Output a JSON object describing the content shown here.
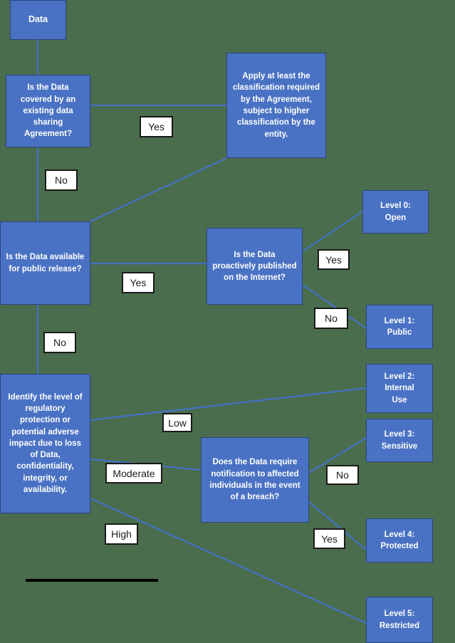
{
  "diagram": {
    "title": "Data classification decision flowchart",
    "background_color": "#4a6d4d",
    "node_fill_color": "#4a72c4",
    "node_border_color": "#2b4480",
    "connector_color": "#4472c4",
    "label_fill_color": "#ffffff",
    "label_text_color": "#1a1a1a",
    "rule_color": "#000000"
  },
  "nodes": {
    "start": {
      "text": "Data"
    },
    "q_agreement": {
      "text": "Is the Data covered by an existing data sharing Agreement?"
    },
    "apply_agreement": {
      "text": "Apply at least the classification required by the Agreement, subject to higher classification by the entity."
    },
    "q_public_release": {
      "text": "Is the Data available for public release?"
    },
    "q_published_internet": {
      "text": "Is the Data proactively published on the Internet?"
    },
    "q_identify_level": {
      "text": "Identify the level of regulatory protection or potential adverse impact due to loss of Data, confidentiality, integrity, or availability."
    },
    "q_breach_notification": {
      "text": "Does the Data require notification to affected individuals in the event of a breach?"
    },
    "level0": {
      "line1": "Level 0:",
      "line2": "Open"
    },
    "level1": {
      "line1": "Level 1:",
      "line2": "Public"
    },
    "level2": {
      "line1": "Level 2:",
      "line2": "Internal",
      "line3": "Use"
    },
    "level3": {
      "line1": "Level 3:",
      "line2": "Sensitive"
    },
    "level4": {
      "line1": "Level 4:",
      "line2": "Protected"
    },
    "level5": {
      "line1": "Level 5:",
      "line2": "Restricted"
    }
  },
  "edge_labels": {
    "agreement_yes": "Yes",
    "agreement_no": "No",
    "public_release_yes": "Yes",
    "public_release_no": "No",
    "internet_yes": "Yes",
    "internet_no": "No",
    "impact_low": "Low",
    "impact_moderate": "Moderate",
    "impact_high": "High",
    "breach_no": "No",
    "breach_yes": "Yes"
  }
}
